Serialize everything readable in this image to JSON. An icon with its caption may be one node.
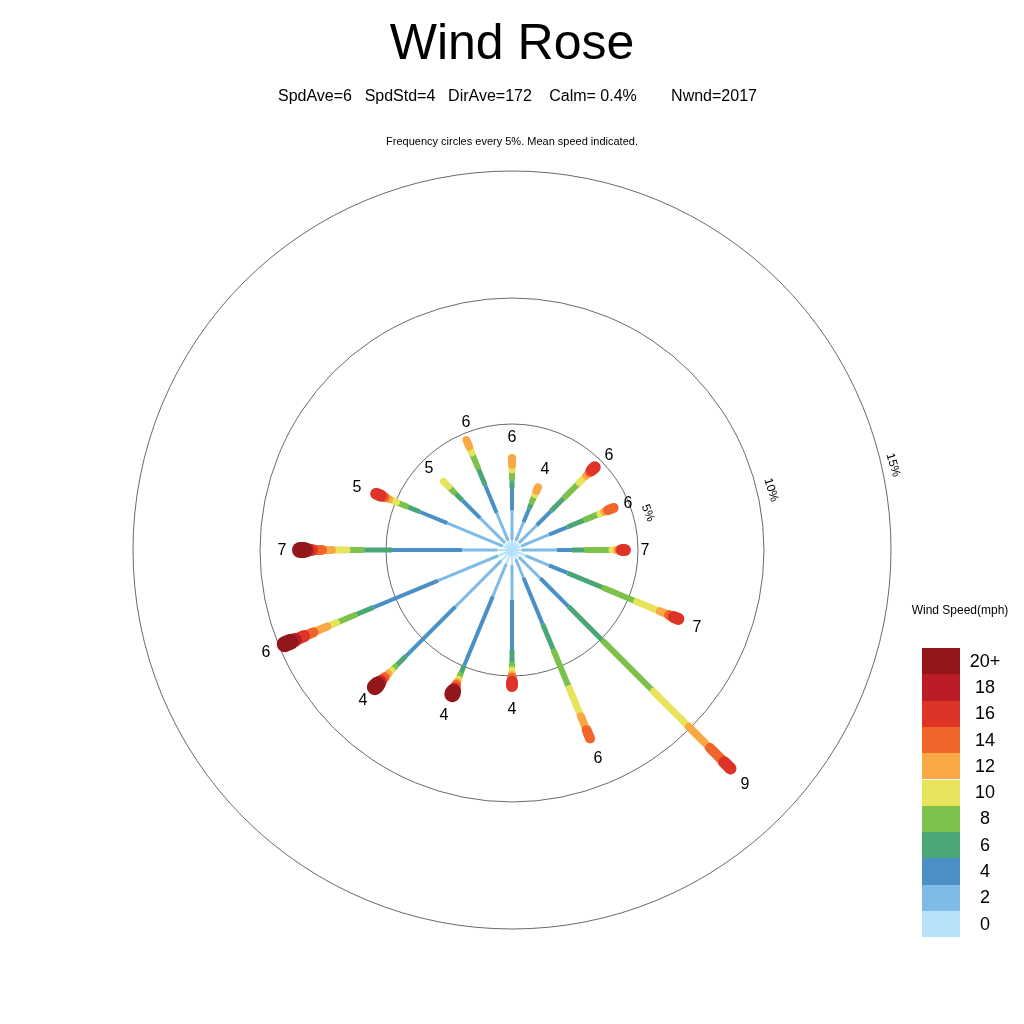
{
  "diagram": {
    "title": "Wind Rose",
    "labels": [
      "SpdAve=6",
      "SpdStd=4",
      "DirAve=172",
      "Calm= 0.4%",
      "Nwnd=2017",
      "Frequency circles every 5%. Mean speed indicated.",
      "6",
      "4",
      "6",
      "6",
      "7",
      "7",
      "9",
      "6",
      "4",
      "4",
      "4",
      "6",
      "7",
      "5",
      "5",
      "6",
      "5%",
      "10%",
      "15%",
      "Wind Speed(mph)"
    ],
    "legend": [
      {
        "text": "20+",
        "color": "#93161b"
      },
      {
        "text": "18",
        "color": "#bb1d26"
      },
      {
        "text": "16",
        "color": "#de3428"
      },
      {
        "text": "14",
        "color": "#f2652a"
      },
      {
        "text": "12",
        "color": "#f8a946"
      },
      {
        "text": "10",
        "color": "#e7e35a"
      },
      {
        "text": "8",
        "color": "#7cc14b"
      },
      {
        "text": "6",
        "color": "#48a775"
      },
      {
        "text": "4",
        "color": "#4a90c7"
      },
      {
        "text": "2",
        "color": "#7ebbe7"
      },
      {
        "text": "0",
        "color": "#b5e2f8"
      }
    ]
  }
}
